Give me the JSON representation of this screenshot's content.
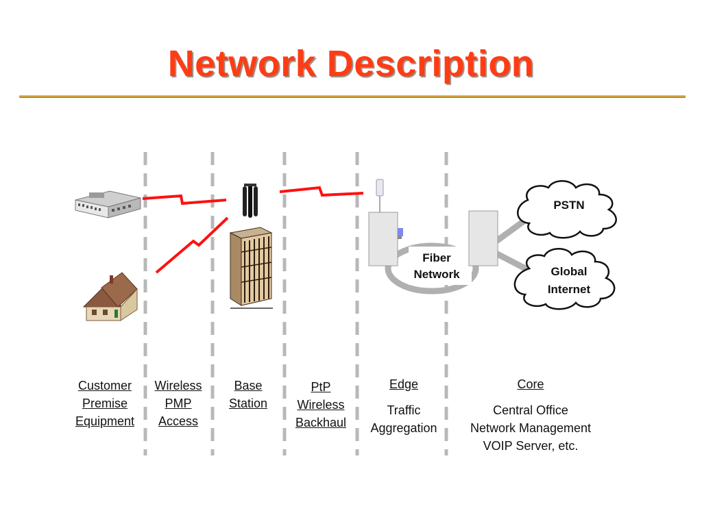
{
  "title": "Network Description",
  "colors": {
    "title": "#ff3c14",
    "rule": "#c48a1a",
    "link": "#ff0000",
    "divider": "#b8b8b8",
    "fiber": "#b0b0b0"
  },
  "network": {
    "fiber_label_line1": "Fiber",
    "fiber_label_line2": "Network",
    "pstn_label": "PSTN",
    "internet_line1": "Global",
    "internet_line2": "Internet"
  },
  "icons": [
    "office-building-icon",
    "house-icon",
    "antenna-icon",
    "tower-building-icon",
    "radio-dish-icon",
    "edge-router-icon",
    "core-router-icon",
    "cloud-icon"
  ],
  "columns": [
    {
      "lines": [
        "Customer",
        "Premise",
        "Equipment"
      ]
    },
    {
      "lines": [
        "Wireless",
        "PMP",
        "Access"
      ]
    },
    {
      "lines": [
        "Base",
        "Station"
      ]
    },
    {
      "lines": [
        "PtP",
        "Wireless",
        "Backhaul"
      ]
    },
    {
      "heading": "Edge",
      "desc": [
        "Traffic",
        "Aggregation"
      ]
    },
    {
      "heading": "Core",
      "desc": [
        "Central Office",
        "Network Management",
        "VOIP Server, etc."
      ]
    }
  ]
}
